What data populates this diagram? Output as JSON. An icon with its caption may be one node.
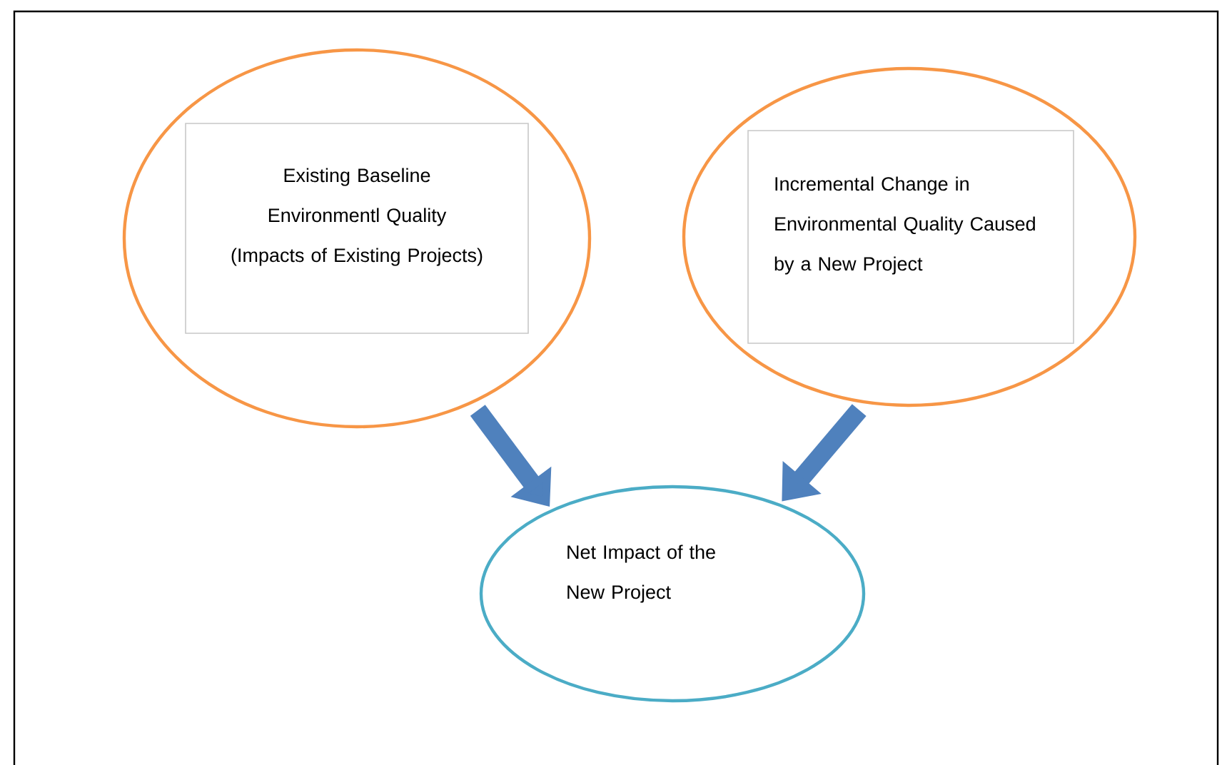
{
  "diagram": {
    "nodes": [
      {
        "text": [],
        "shape": "circle"
      },
      {
        "text": [
          "Existing Baseline Environmentl Quality (Impacts of Existing Projects)"
        ],
        "in": 0
      },
      {
        "text": [],
        "shape": "circle"
      },
      {
        "text": [
          "Incremental Change in Environmental Quality Caused by a New Project"
        ],
        "in": 2
      },
      {
        "text": [
          "Net Impact of the New Project"
        ]
      }
    ],
    "edges": [
      {
        "from": 0,
        "to": 4,
        "arrow": "to"
      },
      {
        "from": 2,
        "to": 4,
        "arrow": "to"
      }
    ]
  }
}
